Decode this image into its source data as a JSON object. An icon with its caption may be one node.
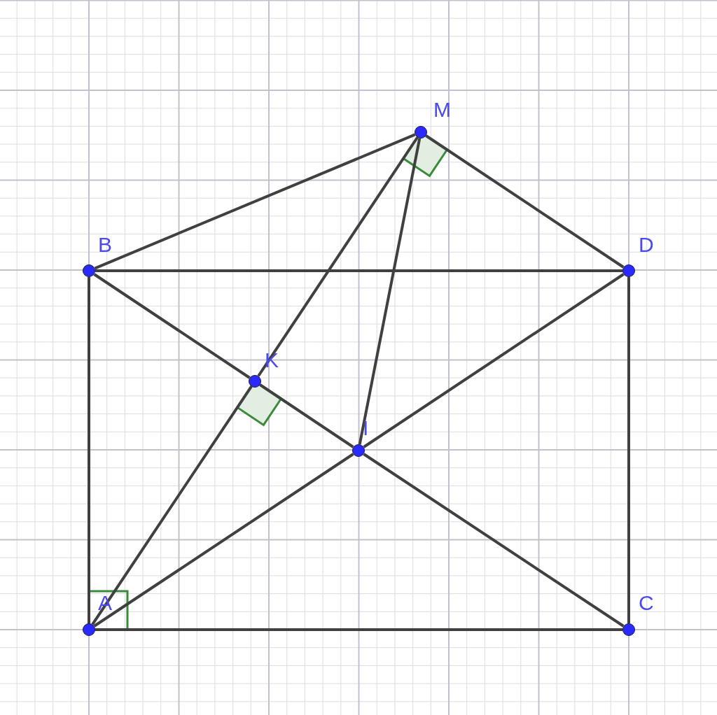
{
  "diagram": {
    "nodes": [
      {
        "text": [
          "M"
        ]
      },
      {
        "text": [
          "B"
        ]
      },
      {
        "text": [
          "D"
        ]
      },
      {
        "text": [
          "K"
        ]
      },
      {
        "text": [
          "I"
        ]
      },
      {
        "text": [
          "A"
        ]
      },
      {
        "text": [
          "C"
        ]
      }
    ],
    "edges": [
      {
        "from": 1,
        "to": 0,
        "arrow": "none"
      },
      {
        "from": 0,
        "to": 2,
        "arrow": "none"
      },
      {
        "from": 1,
        "to": 2,
        "arrow": "none"
      },
      {
        "from": 1,
        "to": 3,
        "arrow": "none"
      },
      {
        "from": 3,
        "to": 4,
        "arrow": "none"
      },
      {
        "from": 4,
        "to": 6,
        "arrow": "none"
      },
      {
        "from": 5,
        "to": 3,
        "arrow": "none"
      },
      {
        "from": 3,
        "to": 0,
        "arrow": "none"
      },
      {
        "from": 0,
        "to": 4,
        "arrow": "none"
      },
      {
        "from": 5,
        "to": 4,
        "arrow": "none"
      },
      {
        "from": 4,
        "to": 2,
        "arrow": "none"
      },
      {
        "from": 1,
        "to": 5,
        "arrow": "none"
      },
      {
        "from": 2,
        "to": 6,
        "arrow": "none"
      },
      {
        "from": 5,
        "to": 6,
        "arrow": "none"
      }
    ]
  }
}
